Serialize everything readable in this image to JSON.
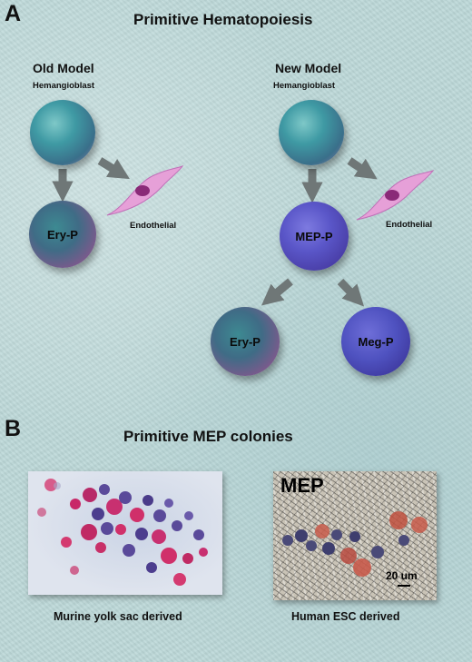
{
  "panel_a": {
    "letter": "A",
    "title": "Primitive Hematopoiesis",
    "old_model": {
      "heading": "Old Model",
      "hemangioblast_label": "Hemangioblast",
      "endothelial_label": "Endothelial",
      "progenitor_label": "Ery-P"
    },
    "new_model": {
      "heading": "New Model",
      "hemangioblast_label": "Hemangioblast",
      "endothelial_label": "Endothelial",
      "mep_label": "MEP-P",
      "ery_label": "Ery-P",
      "meg_label": "Meg-P"
    }
  },
  "panel_b": {
    "letter": "B",
    "title": "Primitive MEP colonies",
    "left_caption": "Murine yolk sac derived",
    "right_caption": "Human ESC derived",
    "right_overlay_label": "MEP",
    "scale_label": "20 um"
  },
  "colors": {
    "background": "#bcd8d8",
    "arrow": "#6f7777",
    "endothelial": "#e6a0d8",
    "colony_red": "#d0306a",
    "colony_purple": "#5a4a9a"
  }
}
